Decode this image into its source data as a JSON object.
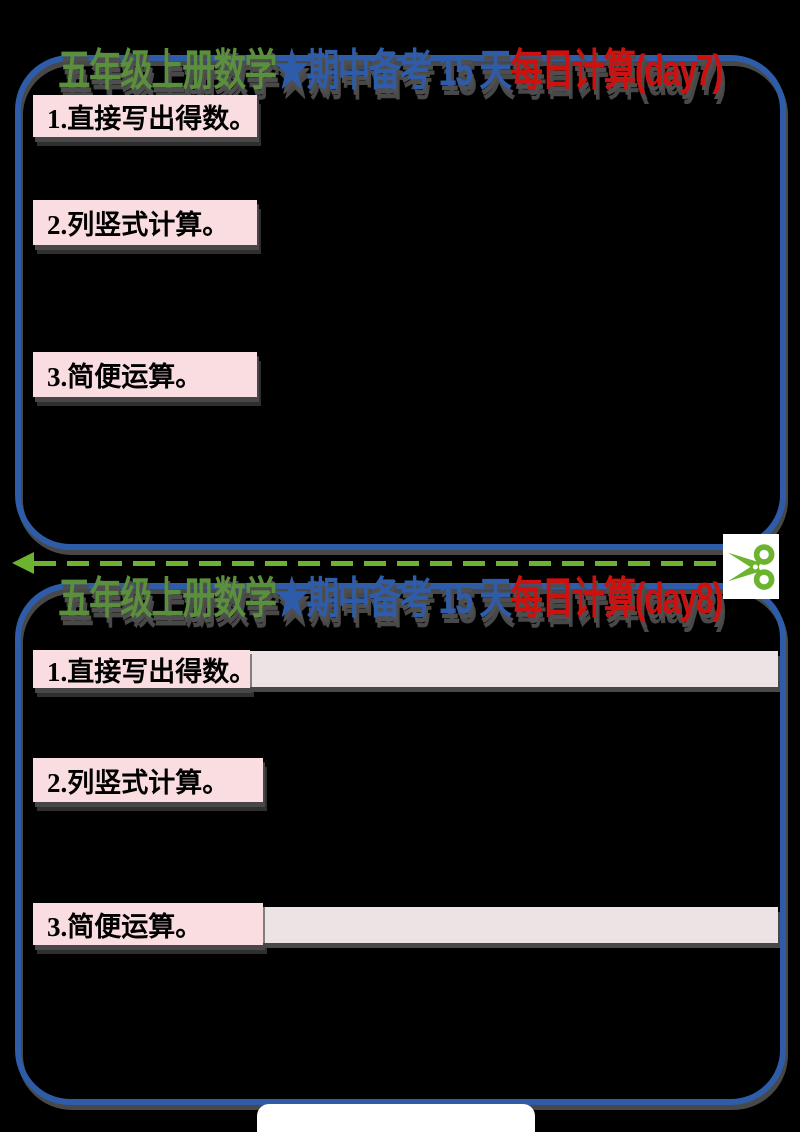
{
  "colors": {
    "background": "#000000",
    "card_border_blue": "#2e5ca8",
    "title_green": "#5a8f3e",
    "title_blue": "#2e5ca8",
    "title_red": "#cc1111",
    "strip_pink": "#fadde1",
    "strip_light": "#ece4e4",
    "cut_line_green": "#6cb32f",
    "shadow_gray": "#4e4e4e",
    "pill_white": "#ffffff"
  },
  "sections": [
    {
      "title": {
        "part_green": "五年级上册数学",
        "part_blue": "★期中备考 15 天",
        "part_red": "每日计算(day7)"
      },
      "tasks": [
        {
          "label": "1.直接写出得数。"
        },
        {
          "label": "2.列竖式计算。"
        },
        {
          "label": "3.简便运算。"
        }
      ]
    },
    {
      "title": {
        "part_green": "五年级上册数学",
        "part_blue": "★期中备考 15 天",
        "part_red": "每日计算(day8)"
      },
      "tasks": [
        {
          "label": "1.直接写出得数。"
        },
        {
          "label": "2.列竖式计算。"
        },
        {
          "label": "3.简便运算。"
        }
      ]
    }
  ],
  "divider": {
    "icon": "scissors-icon",
    "line_style": "green-dashed-cut-line"
  }
}
